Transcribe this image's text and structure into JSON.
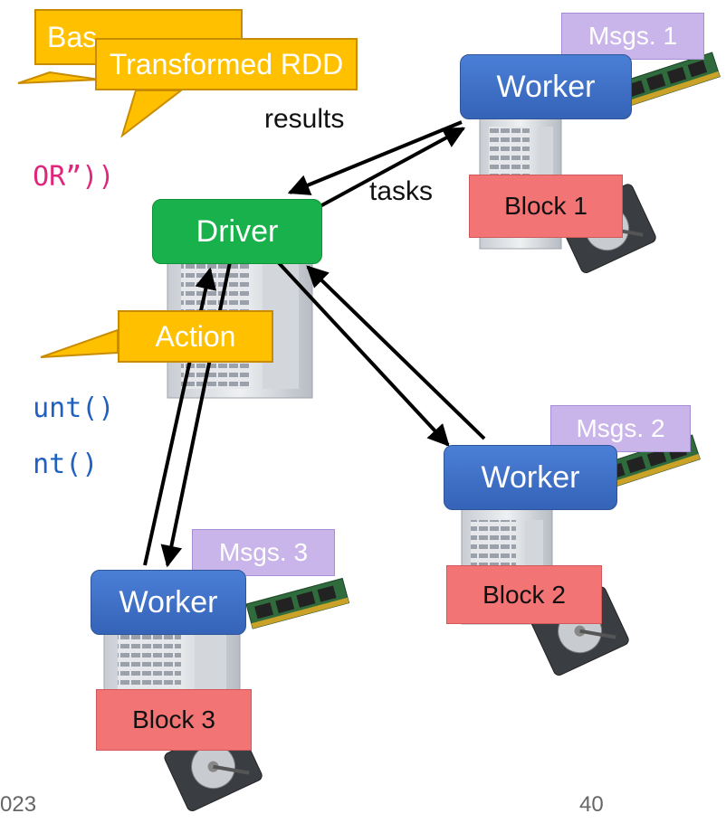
{
  "code_lines": [
    {
      "text": "OR”))",
      "color_main": "#e0267b"
    },
    {
      "text": "unt()",
      "color_main": "#2060c0"
    },
    {
      "text": "nt()",
      "color_main": "#2060c0"
    }
  ],
  "callouts": {
    "base_rdd_partial": "Bas",
    "transformed_rdd": "Transformed RDD",
    "action": "Action"
  },
  "driver": {
    "label": "Driver"
  },
  "workers": [
    {
      "label": "Worker",
      "msgs": "Msgs. 1",
      "block": "Block 1"
    },
    {
      "label": "Worker",
      "msgs": "Msgs. 2",
      "block": "Block 2"
    },
    {
      "label": "Worker",
      "msgs": "Msgs. 3",
      "block": "Block 3"
    }
  ],
  "arrow_labels": {
    "results": "results",
    "tasks": "tasks"
  },
  "footer": {
    "year_fragment": "023",
    "page_number": "40"
  },
  "colors": {
    "callout": "#ffc000",
    "worker": "#4472c4",
    "driver": "#18b14b",
    "block": "#f27474",
    "msgs": "#c9b5ea"
  }
}
